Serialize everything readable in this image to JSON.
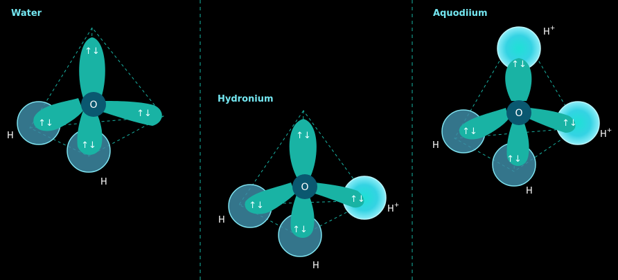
{
  "panels": [
    {
      "title": "Water",
      "oxygen_label": "O",
      "hydrogens": [
        {
          "label": "H",
          "charge": ""
        },
        {
          "label": "H",
          "charge": ""
        }
      ]
    },
    {
      "title": "Hydronium",
      "oxygen_label": "O",
      "hydrogens": [
        {
          "label": "H",
          "charge": ""
        },
        {
          "label": "H",
          "charge": ""
        },
        {
          "label": "H",
          "charge": "+"
        }
      ]
    },
    {
      "title": "Aquodiium",
      "oxygen_label": "O",
      "hydrogens": [
        {
          "label": "H",
          "charge": ""
        },
        {
          "label": "H",
          "charge": ""
        },
        {
          "label": "H",
          "charge": "+"
        },
        {
          "label": "H",
          "charge": "+"
        }
      ]
    }
  ],
  "electron_pair_symbol": "↑↓",
  "colors": {
    "background": "#000000",
    "orbital": "#19b3a4",
    "oxygen_fill": "#0a5870",
    "hydrogen_fill": "#3d8aa3",
    "proton_fill": "#7feaf5",
    "edge": "#19b3a4",
    "title": "#74e6f0"
  }
}
